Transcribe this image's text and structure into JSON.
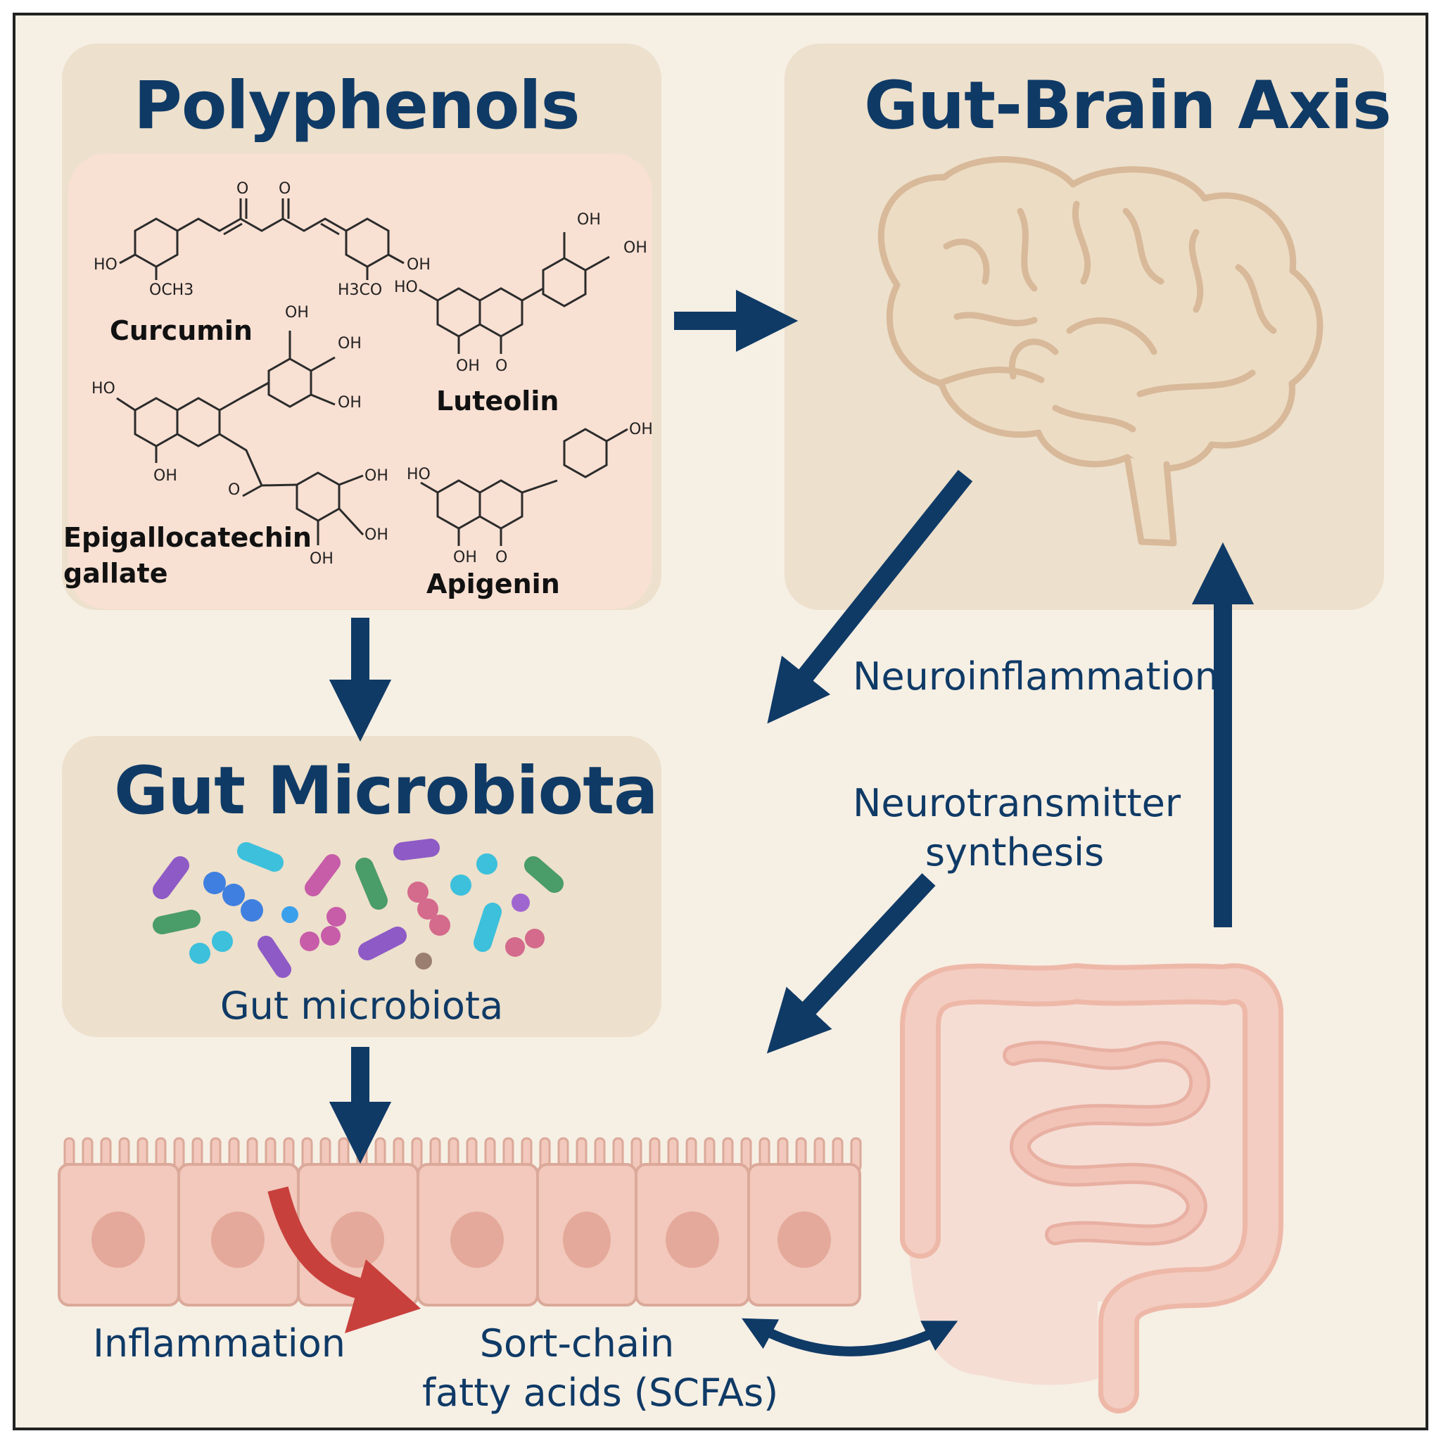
{
  "titles": {
    "polyphenols": "Polyphenols",
    "gut_brain_axis": "Gut-Brain Axis",
    "gut_microbiota": "Gut Microbiota"
  },
  "compounds": {
    "curcumin": "Curcumin",
    "luteolin": "Luteolin",
    "egcg_line1": "Epigallocatechin",
    "egcg_line2": "gallate",
    "apigenin": "Apigenin"
  },
  "structure_groups": {
    "oh": "OH",
    "ho": "HO",
    "o": "O",
    "och3": "OCH3",
    "h3co": "H3CO"
  },
  "labels": {
    "gut_microbiota": "Gut microbiota",
    "neuroinflammation": "Neuroinflammation",
    "neurotransmitter_line1": "Neurotransmitter",
    "neurotransmitter_line2": "synthesis",
    "inflammation": "Inflammation",
    "scfa_line1": "Sort-chain",
    "scfa_line2": "fatty acids (SCFAs)"
  },
  "colors": {
    "background": "#f6efe4",
    "panel": "#ede0cc",
    "chem_panel": "#f8e0d3",
    "arrow": "#0f3a66",
    "tissue": "#f2c9bc",
    "inflammation_arrow": "#c8403c"
  }
}
